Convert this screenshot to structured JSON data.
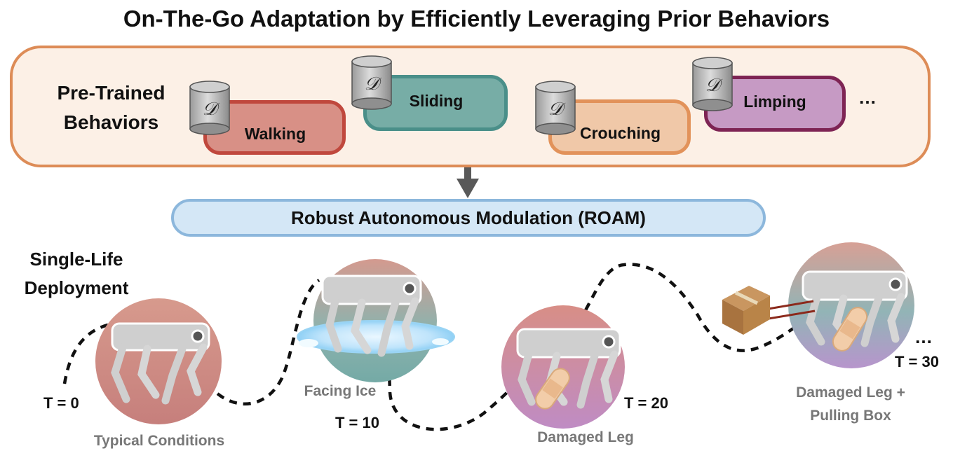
{
  "title": "On-The-Go Adaptation by Efficiently Leveraging Prior Behaviors",
  "pretrained_label_line1": "Pre-Trained",
  "pretrained_label_line2": "Behaviors",
  "behaviors": [
    {
      "label": "Walking",
      "fill": "#d89086",
      "border": "#c0483d"
    },
    {
      "label": "Sliding",
      "fill": "#77ada6",
      "border": "#4a8f89"
    },
    {
      "label": "Crouching",
      "fill": "#f0c8a8",
      "border": "#e2925a"
    },
    {
      "label": "Limping",
      "fill": "#c69ac4",
      "border": "#7e2454"
    }
  ],
  "dataset_symbol": "𝒟",
  "behaviors_ellipsis": "…",
  "roam_label": "Robust Autonomous Modulation (ROAM)",
  "deployment_label_line1": "Single-Life",
  "deployment_label_line2": "Deployment",
  "stages": [
    {
      "time": "T = 0",
      "caption": "Typical Conditions"
    },
    {
      "time": "T = 10",
      "caption": "Facing Ice"
    },
    {
      "time": "T = 20",
      "caption": "Damaged Leg"
    },
    {
      "time": "T = 30",
      "caption_line1": "Damaged Leg +",
      "caption_line2": "Pulling Box"
    }
  ],
  "stages_ellipsis": "…",
  "colors": {
    "prior_box_border": "#dd8c57",
    "prior_box_fill": "#fcf0e6",
    "roam_border": "#8cb7dc",
    "roam_fill": "#d4e7f6",
    "arrow": "#595959",
    "path": "#111111"
  },
  "icons": [
    "database-icon",
    "robot-dog-icon",
    "ice-puddle-icon",
    "bandage-icon",
    "cardboard-box-icon"
  ]
}
